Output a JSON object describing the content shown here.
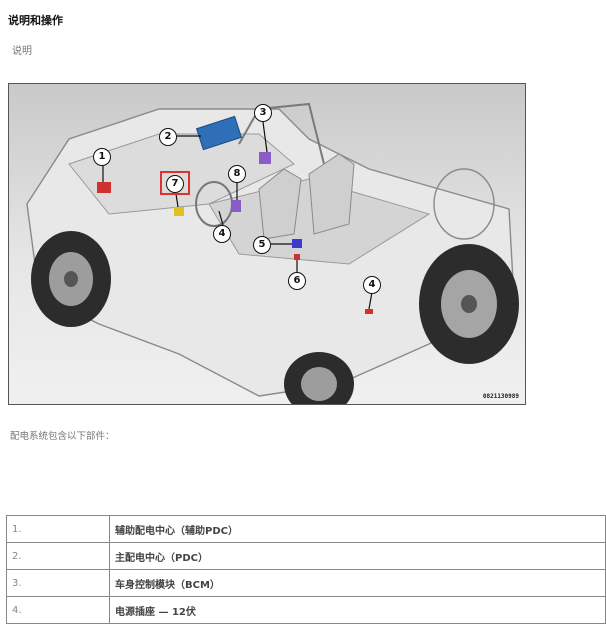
{
  "section_title": "说明和操作",
  "subsection_title": "说明",
  "figure": {
    "id_label": "0821130989",
    "callouts": [
      "1",
      "2",
      "3",
      "4",
      "4",
      "5",
      "6",
      "7",
      "8"
    ]
  },
  "intro_text": "配电系统包含以下部件：",
  "parts": [
    {
      "number": "1.",
      "name": "辅助配电中心（辅助PDC）"
    },
    {
      "number": "2.",
      "name": "主配电中心（PDC）"
    },
    {
      "number": "3.",
      "name": "车身控制模块（BCM）"
    },
    {
      "number": "4.",
      "name": "电源插座 — 12伏"
    }
  ]
}
